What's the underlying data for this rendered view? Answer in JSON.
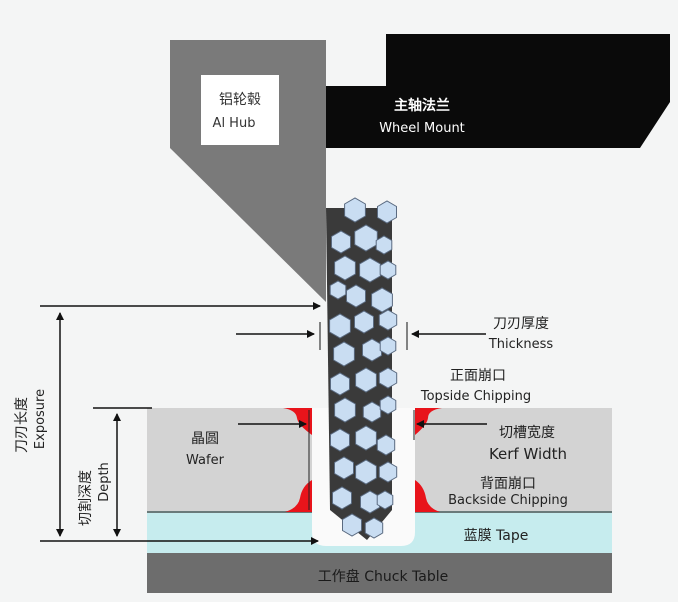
{
  "labels": {
    "hub_cn": "铝轮毂",
    "hub_en": "Al Hub",
    "mount_cn": "主轴法兰",
    "mount_en": "Wheel Mount",
    "thickness_cn": "刀刃厚度",
    "thickness_en": "Thickness",
    "topside_cn": "正面崩口",
    "topside_en": "Topside Chipping",
    "kerf_cn": "切槽宽度",
    "kerf_en": "Kerf Width",
    "backside_cn": "背面崩口",
    "backside_en": "Backside Chipping",
    "wafer_cn": "晶圆",
    "wafer_en": "Wafer",
    "tape": "蓝膜  Tape",
    "chuck": "工作盘  Chuck Table",
    "exposure_cn": "刀刃长度",
    "exposure_en": "Exposure",
    "depth_cn": "切割深度",
    "depth_en": "Depth"
  },
  "colors": {
    "hub": "#7a7a7a",
    "mount": "#0a0a0a",
    "blade": "#3a3a3a",
    "grit": "#c9ddf2",
    "wafer": "#d3d3d3",
    "tape": "#c6ecee",
    "chuck": "#6d6d6d",
    "chipping": "#e8141b"
  }
}
